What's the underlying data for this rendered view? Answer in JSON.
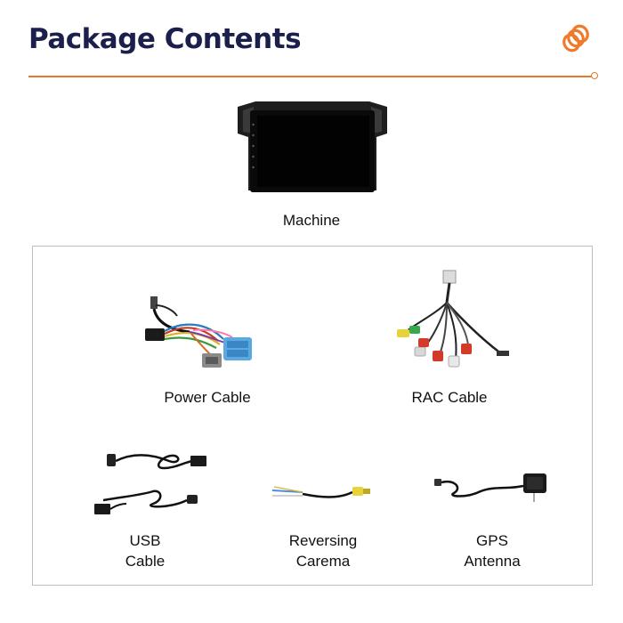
{
  "header": {
    "title": "Package Contents",
    "accent_color": "#e8762c",
    "title_color": "#1b1f4b",
    "logo_icon": "orange-coil-logo-icon"
  },
  "items": [
    {
      "key": "machine",
      "label": "Machine",
      "icon": "car-head-unit-icon"
    },
    {
      "key": "power",
      "label": "Power Cable",
      "icon": "wiring-harness-icon"
    },
    {
      "key": "rac",
      "label": "RAC Cable",
      "icon": "rca-cable-icon"
    },
    {
      "key": "usb",
      "label_line1": "USB",
      "label_line2": "Cable",
      "icon": "usb-cable-icon"
    },
    {
      "key": "reversing",
      "label_line1": "Reversing",
      "label_line2": "Carema",
      "icon": "reversing-camera-cable-icon"
    },
    {
      "key": "gps",
      "label_line1": "GPS",
      "label_line2": "Antenna",
      "icon": "gps-antenna-icon"
    }
  ]
}
